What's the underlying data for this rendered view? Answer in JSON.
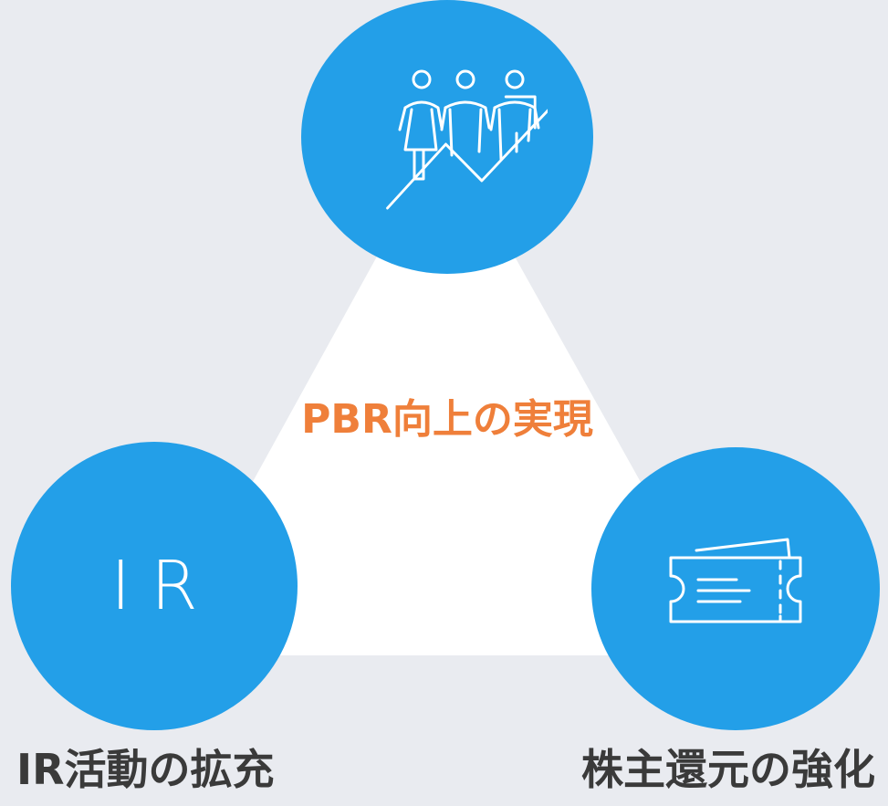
{
  "diagram": {
    "center_title": "PBR向上の実現",
    "nodes": {
      "top": {
        "icon": "people-growth-arrow-icon"
      },
      "left": {
        "text": "IR",
        "label": "IR活動の拡充"
      },
      "right": {
        "icon": "ticket-icon",
        "label": "株主還元の強化"
      }
    }
  },
  "colors": {
    "background": "#e9ebf0",
    "circle": "#239fe8",
    "triangle": "#ffffff",
    "accent_title": "#ef7f3a",
    "label_text": "#3a3a3a",
    "icon_stroke": "#ffffff"
  }
}
